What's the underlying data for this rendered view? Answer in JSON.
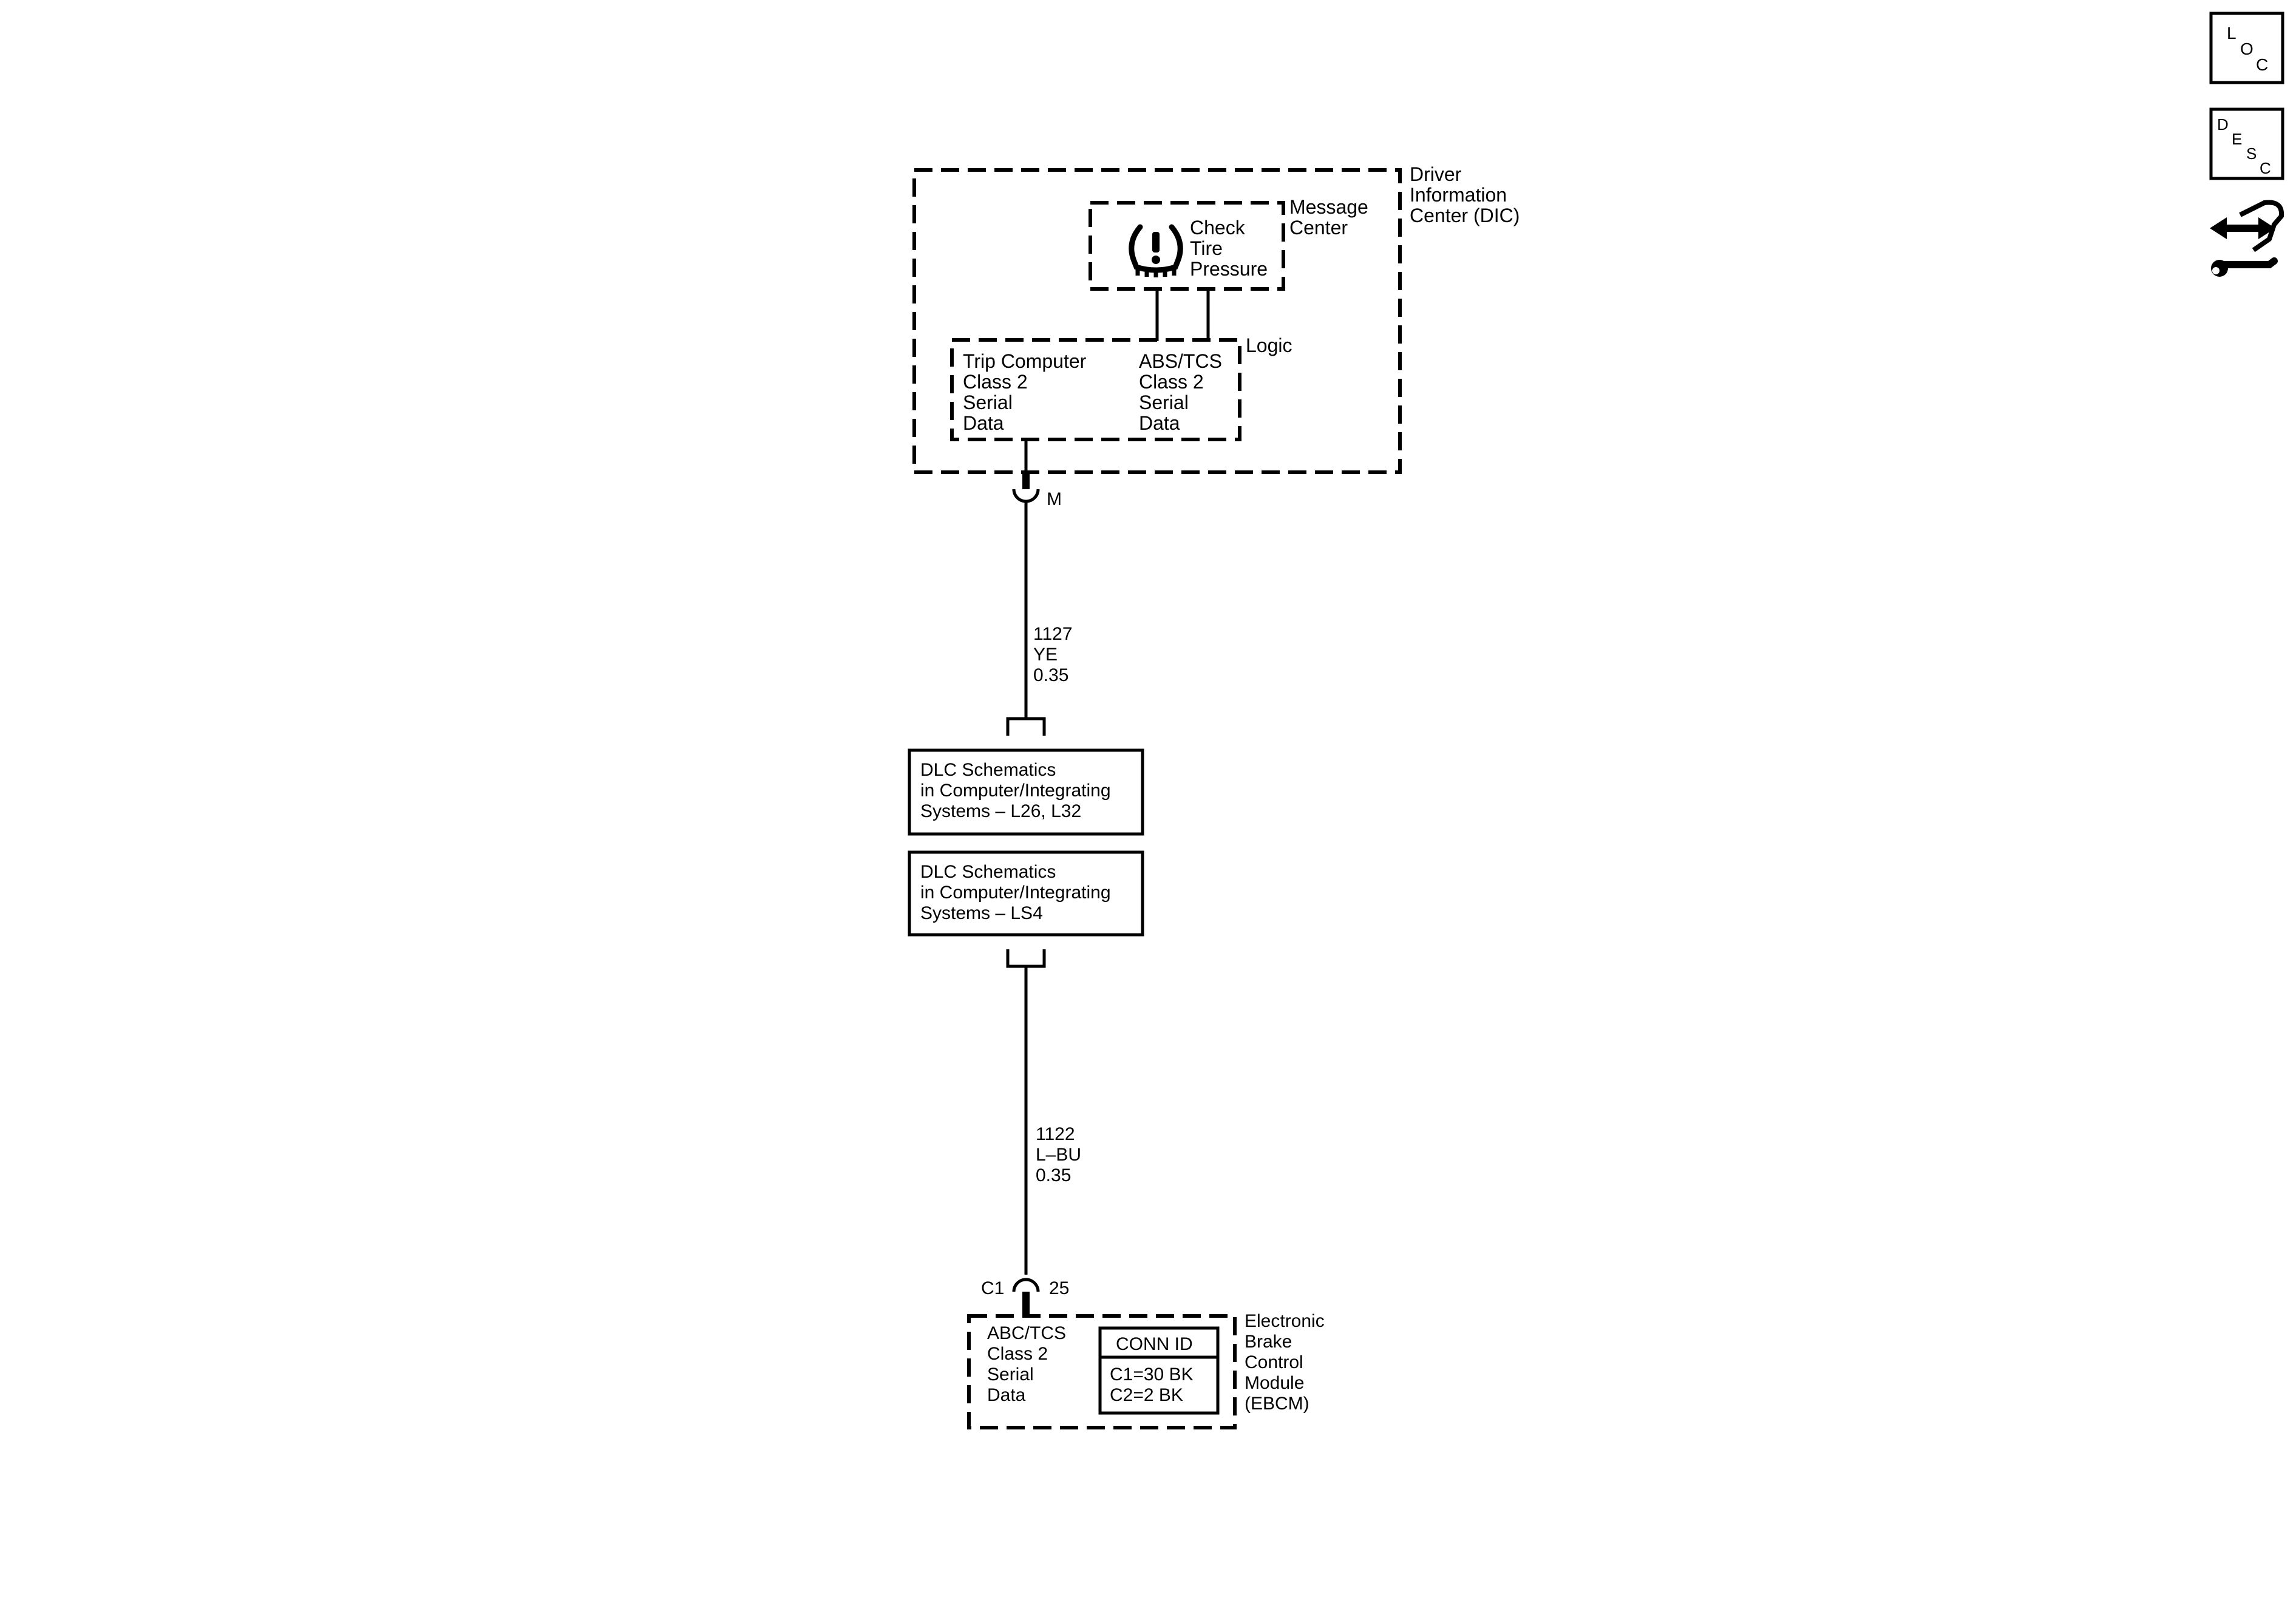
{
  "dic": {
    "name": [
      "Driver",
      "Information",
      "Center (DIC)"
    ],
    "message_center_label": [
      "Message",
      "Center"
    ],
    "message_text": [
      "Check",
      "Tire",
      "Pressure"
    ],
    "logic_label": "Logic",
    "trip_computer": [
      "Trip Computer",
      "Class 2",
      "Serial",
      "Data"
    ],
    "abs_tcs": [
      "ABS/TCS",
      "Class 2",
      "Serial",
      "Data"
    ],
    "connector": "M"
  },
  "wire_upper": {
    "circuit": "1127",
    "color": "YE",
    "gauge": "0.35"
  },
  "dlc_refs": [
    [
      "DLC Schematics",
      "in Computer/Integrating",
      "Systems – L26, L32"
    ],
    [
      "DLC Schematics",
      "in Computer/Integrating",
      "Systems – LS4"
    ]
  ],
  "wire_lower": {
    "circuit": "1122",
    "color": "L–BU",
    "gauge": "0.35"
  },
  "ebcm": {
    "connector": "C1",
    "pin": "25",
    "data_label": [
      "ABC/TCS",
      "Class 2",
      "Serial",
      "Data"
    ],
    "conn_id_title": "CONN ID",
    "conn_id_rows": [
      "C1=30 BK",
      "C2=2 BK"
    ],
    "name": [
      "Electronic",
      "Brake",
      "Control",
      "Module",
      "(EBCM)"
    ]
  },
  "nav": {
    "loc_icon": "loc-icon",
    "desc_icon": "desc-icon",
    "service_icon": "wrench-arrows-icon"
  }
}
